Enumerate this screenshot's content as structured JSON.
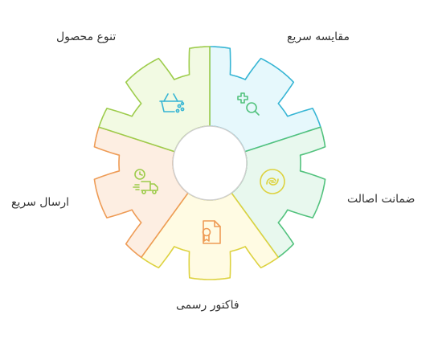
{
  "segments": [
    {
      "id": "product-variety",
      "label": "تنوع محصول",
      "icon": "basket-icon",
      "fill": "#e6f8fc",
      "stroke": "#36b5d4"
    },
    {
      "id": "quick-compare",
      "label": "مقایسه سریع",
      "icon": "compare-search-icon",
      "fill": "#e8f8ee",
      "stroke": "#52c27d"
    },
    {
      "id": "authenticity-guarantee",
      "label": "ضمانت اصالت",
      "icon": "authenticity-seal-icon",
      "fill": "#fffbe3",
      "stroke": "#ddd23f"
    },
    {
      "id": "official-invoice",
      "label": "فاکتور رسمی",
      "icon": "invoice-certificate-icon",
      "fill": "#fdeee2",
      "stroke": "#ee9b55"
    },
    {
      "id": "fast-shipping",
      "label": "ارسال سریع",
      "icon": "delivery-truck-icon",
      "fill": "#f2fae3",
      "stroke": "#9dcc4b"
    }
  ]
}
